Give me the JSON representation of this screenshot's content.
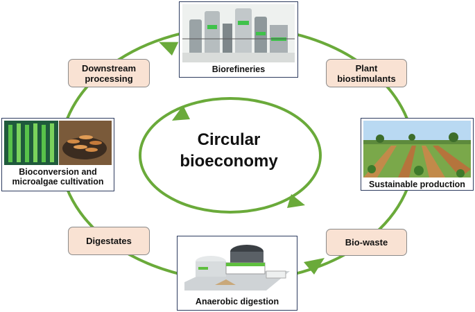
{
  "center": {
    "line1": "Circular",
    "line2": "bioeconomy"
  },
  "nodes": {
    "biorefineries": "Biorefineries",
    "plant_biostimulants_1": "Plant",
    "plant_biostimulants_2": "biostimulants",
    "sustainable_production": "Sustainable production",
    "bio_waste": "Bio-waste",
    "anaerobic_digestion": "Anaerobic digestion",
    "digestates": "Digestates",
    "bioconversion_1": "Bioconversion and",
    "bioconversion_2": "microalgae cultivation",
    "downstream_1": "Downstream",
    "downstream_2": "processing"
  },
  "colors": {
    "arrow": "#6aaa3a",
    "tag_fill": "#f9e2d3",
    "card_border": "#2c3a5e"
  }
}
